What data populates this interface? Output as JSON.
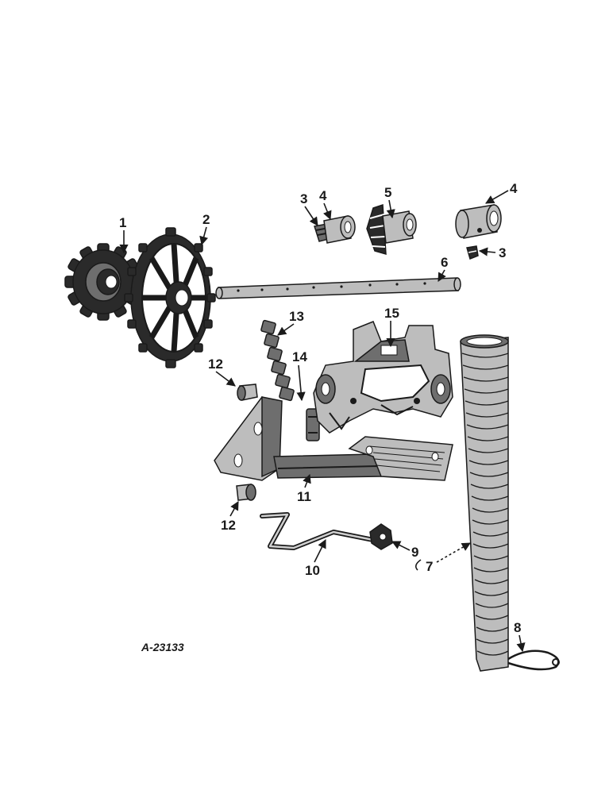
{
  "drawing_number": "A-23133",
  "callouts": {
    "c1": "1",
    "c2": "2",
    "c3a": "3",
    "c3b": "3",
    "c4a": "4",
    "c4b": "4",
    "c5": "5",
    "c6": "6",
    "c7": "7",
    "c8": "8",
    "c9": "9",
    "c10": "10",
    "c11": "11",
    "c12a": "12",
    "c12b": "12",
    "c13": "13",
    "c14": "14",
    "c15": "15"
  }
}
